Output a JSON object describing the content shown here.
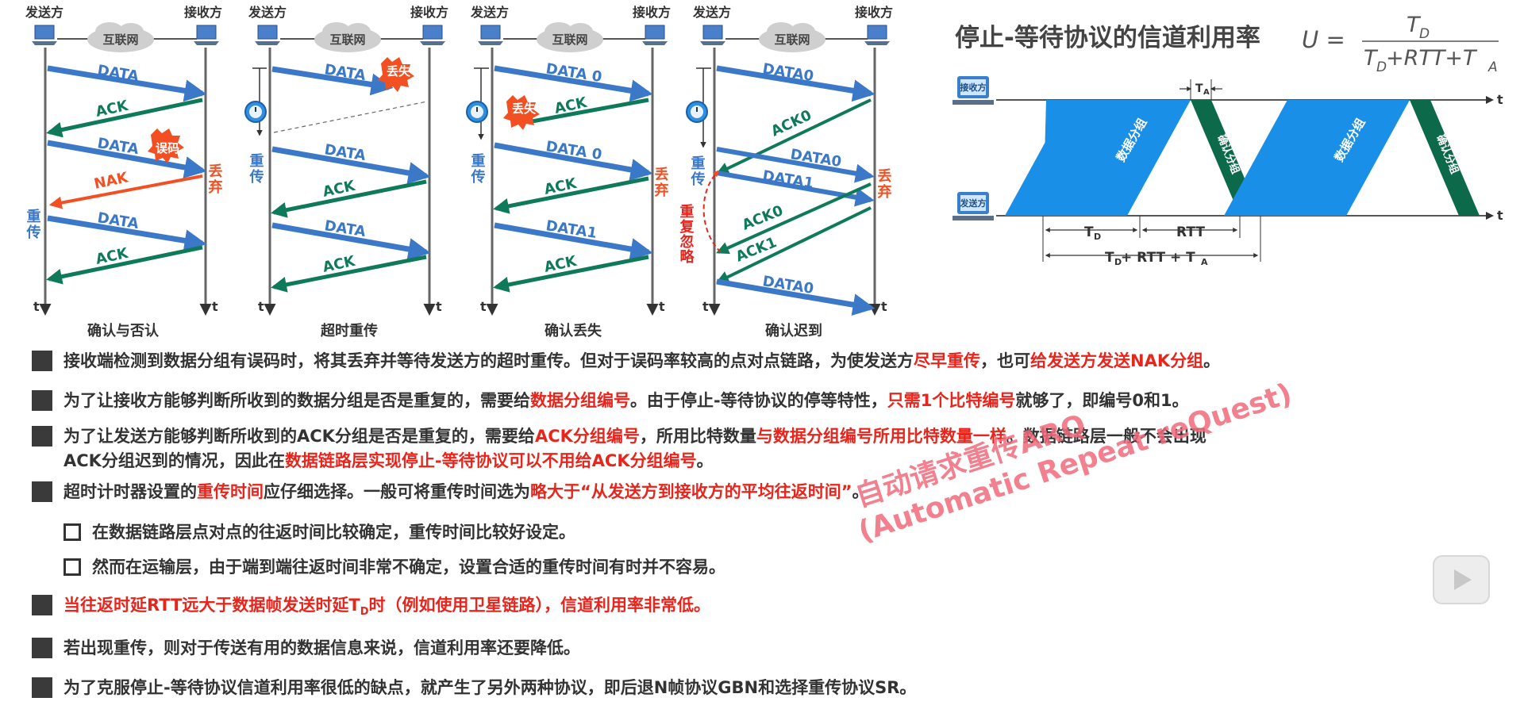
{
  "diagrams": [
    {
      "sender": "发送方",
      "receiver": "接收方",
      "cloud": "互联网",
      "caption": "确认与否认",
      "t_left": "t",
      "t_right": "t",
      "labels": {
        "data1": "DATA",
        "ack1": "ACK",
        "data2": "DATA",
        "error": "误码",
        "nak": "NAK",
        "discard": "丢弃",
        "retrans": "重传",
        "data3": "DATA",
        "ack3": "ACK"
      }
    },
    {
      "sender": "发送方",
      "receiver": "接收方",
      "cloud": "互联网",
      "caption": "超时重传",
      "t_left": "t",
      "t_right": "t",
      "labels": {
        "data1": "DATA",
        "lost": "丢失",
        "retrans": "重传",
        "data2": "DATA",
        "ack2": "ACK",
        "data3": "DATA",
        "ack3": "ACK"
      }
    },
    {
      "sender": "发送方",
      "receiver": "接收方",
      "cloud": "互联网",
      "caption": "确认丢失",
      "t_left": "t",
      "t_right": "t",
      "labels": {
        "data1": "DATA 0",
        "lost": "丢失",
        "ack1": "ACK",
        "retrans": "重传",
        "data2": "DATA 0",
        "discard": "丢弃",
        "ack2": "ACK",
        "data3": "DATA1",
        "ack3": "ACK"
      }
    },
    {
      "sender": "发送方",
      "receiver": "接收方",
      "cloud": "互联网",
      "caption": "确认迟到",
      "t_left": "t",
      "t_right": "t",
      "labels": {
        "data1": "DATA0",
        "ack0": "ACK0",
        "retrans": "重传",
        "data2": "DATA0",
        "data3": "DATA1",
        "discard": "丢弃",
        "dup": "重复忽略",
        "ack0b": "ACK0",
        "ack1": "ACK1",
        "data4": "DATA0"
      }
    }
  ],
  "utilization": {
    "title": "停止-等待协议的信道利用率",
    "formula_lhs": "U =",
    "numerator": "T",
    "numerator_sub": "D",
    "denominator": "T",
    "denominator_sub": "D",
    "denominator_rest": "+RTT+T",
    "denominator_sub2": "A",
    "receiver": "接收方",
    "sender": "发送方",
    "data_packet": "数据分组",
    "ack_packet": "确认分组",
    "ta": "T",
    "ta_sub": "A",
    "td": "T",
    "td_sub": "D",
    "rtt": "RTT",
    "total": "T",
    "total_sub": "D",
    "total_rest": " + RTT + T",
    "total_sub2": "A",
    "t": "t",
    "colors": {
      "data": "#1a8fe8",
      "ack": "#0c6a4a"
    }
  },
  "bullets": [
    {
      "type": "square",
      "segments": [
        {
          "t": "接收端检测到数据分组有误码时，将其丢弃并等待发送方的超时重传。但对于误码率较高的点对点链路，为使发送方"
        },
        {
          "t": "尽早重传",
          "r": true
        },
        {
          "t": "，也可"
        },
        {
          "t": "给发送方发送NAK分组",
          "r": true
        },
        {
          "t": "。"
        }
      ]
    },
    {
      "type": "square",
      "segments": [
        {
          "t": "为了让接收方能够判断所收到的数据分组是否是重复的，需要给"
        },
        {
          "t": "数据分组编号",
          "r": true
        },
        {
          "t": "。由于停止-等待协议的停等特性，"
        },
        {
          "t": "只需1个比特编号",
          "r": true
        },
        {
          "t": "就够了，即编号0和1。"
        }
      ]
    },
    {
      "type": "square",
      "segments": [
        {
          "t": "为了让发送方能够判断所收到的ACK分组是否是重复的，需要给"
        },
        {
          "t": "ACK分组编号",
          "r": true
        },
        {
          "t": "，所用比特数量"
        },
        {
          "t": "与数据分组编号所用比特数量一样",
          "r": true
        },
        {
          "t": "。数据链路层一般不会出现"
        }
      ],
      "line2": [
        {
          "t": "ACK分组迟到的情况，因此在"
        },
        {
          "t": "数据链路层实现停止-等待协议可以不用给ACK分组编号",
          "r": true
        },
        {
          "t": "。"
        }
      ]
    },
    {
      "type": "square",
      "segments": [
        {
          "t": "超时计时器设置的"
        },
        {
          "t": "重传时间",
          "r": true
        },
        {
          "t": "应仔细选择。一般可将重传时间选为"
        },
        {
          "t": "略大于“从发送方到接收方的平均往返时间”",
          "r": true
        },
        {
          "t": "。"
        }
      ]
    },
    {
      "type": "check",
      "segments": [
        {
          "t": "在数据链路层点对点的往返时间比较确定，重传时间比较好设定。"
        }
      ]
    },
    {
      "type": "check",
      "segments": [
        {
          "t": "然而在运输层，由于端到端往返时间非常不确定，设置合适的重传时间有时并不容易。"
        }
      ]
    },
    {
      "type": "square",
      "segments": [
        {
          "t": "当往返时延RTT远大于数据帧发送时延T",
          "r": true
        },
        {
          "t": "D",
          "r": true,
          "sub": true
        },
        {
          "t": "时（例如使用卫星链路），信道利用率非常低。",
          "r": true
        }
      ]
    },
    {
      "type": "square",
      "segments": [
        {
          "t": "若出现重传，则对于传送有用的数据信息来说，信道利用率还要降低。"
        }
      ]
    },
    {
      "type": "square",
      "segments": [
        {
          "t": "为了克服停止-等待协议信道利用率很低的缺点，就产生了另外两种协议，即后退N帧协议GBN和选择重传协议SR。"
        }
      ]
    }
  ],
  "watermark": {
    "line1": "自动请求重传ARQ",
    "line2": "(Automatic Repeat reQuest)"
  }
}
